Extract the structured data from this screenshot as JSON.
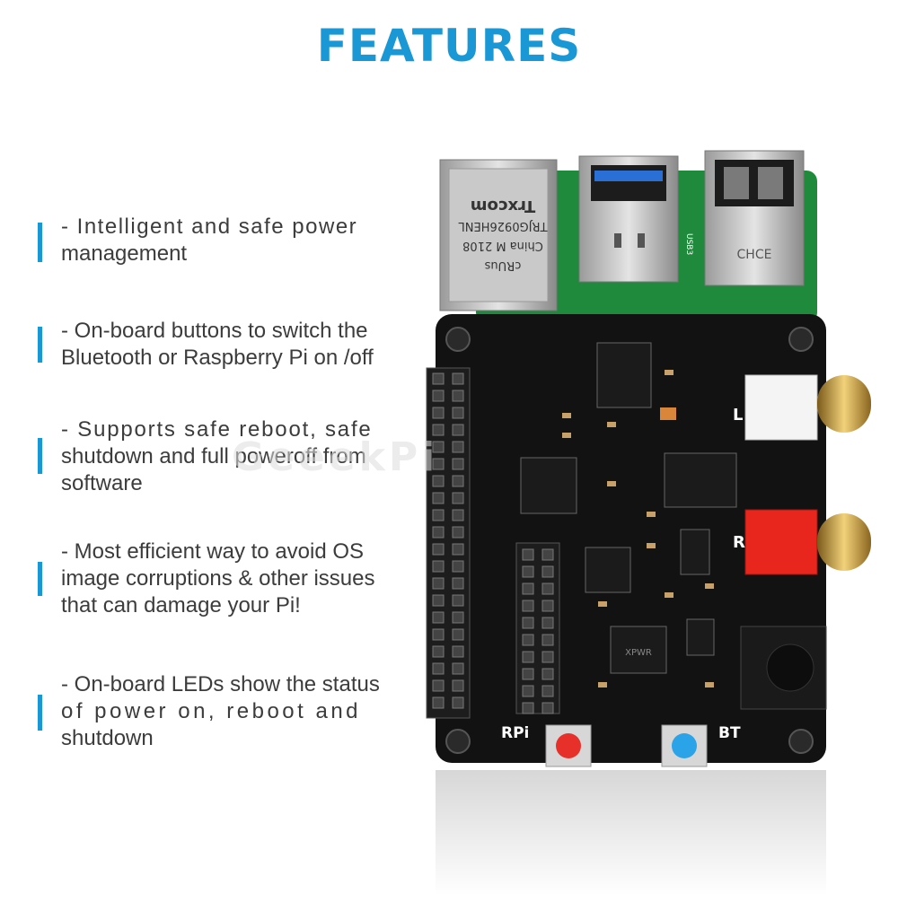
{
  "title": "FEATURES",
  "accent_color": "#1a98d5",
  "features": [
    {
      "lines": [
        "- Intelligent and safe power",
        "management"
      ]
    },
    {
      "lines": [
        "- On-board buttons to switch the",
        "Bluetooth or Raspberry Pi on /off"
      ]
    },
    {
      "lines": [
        "- Supports safe reboot, safe",
        "shutdown and full poweroff from",
        "software"
      ]
    },
    {
      "lines": [
        "- Most efficient way to avoid OS",
        "image corruptions & other issues",
        "that can damage your Pi!"
      ]
    },
    {
      "lines": [
        "- On-board LEDs show the status",
        "of power on, reboot and",
        "shutdown"
      ]
    }
  ],
  "watermark": "GeeekPi",
  "board": {
    "ethernet_text": [
      "Trxcom",
      "TRJG0926HENL",
      "China M 2108",
      "cRUus"
    ],
    "usb_label": "USB3",
    "usb2_label": "CHCE",
    "label_rpi": "RPi",
    "label_bt": "BT",
    "label_l": "L",
    "label_r": "R",
    "chip_label": "XPWR",
    "button_rpi_color": "#e8302a",
    "button_bt_color": "#2aa3e8"
  }
}
